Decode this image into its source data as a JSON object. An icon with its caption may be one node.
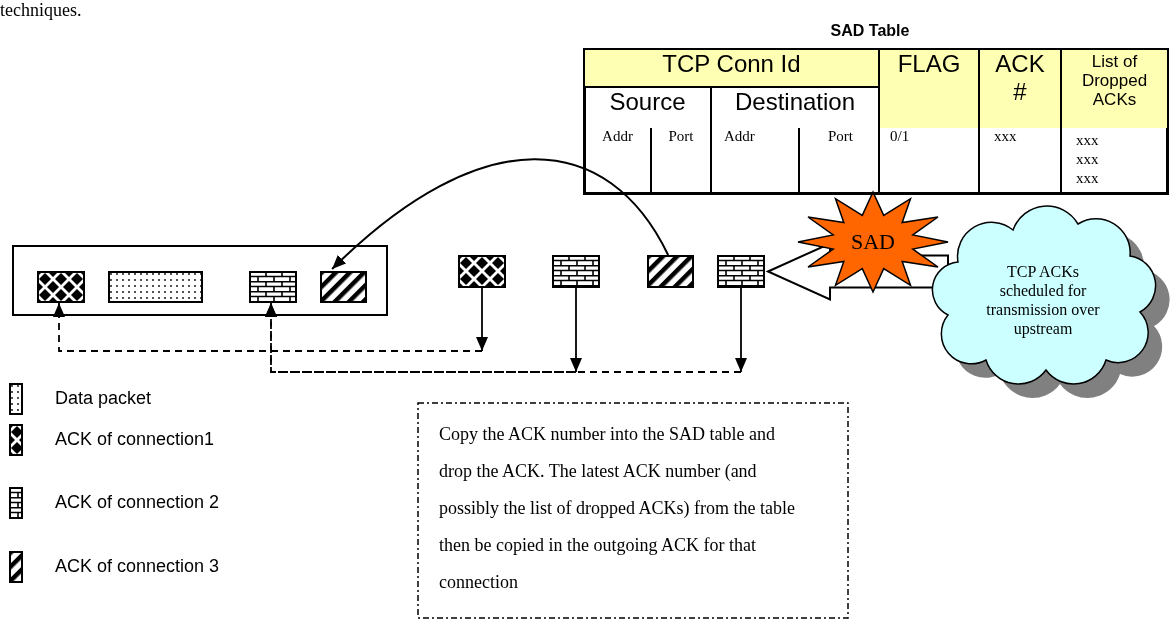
{
  "diagram": {
    "nodes": [
      {
        "text": [],
        "shape": "box"
      },
      {
        "text": [],
        "shape": "box",
        "in": 0
      },
      {
        "text": [],
        "shape": "box",
        "in": 0
      },
      {
        "text": [],
        "shape": "box",
        "in": 0
      },
      {
        "text": [],
        "shape": "box",
        "in": 0
      },
      {
        "text": [],
        "shape": "box"
      },
      {
        "text": [],
        "shape": "box"
      },
      {
        "text": [],
        "shape": "box"
      },
      {
        "text": [],
        "shape": "box"
      },
      {
        "text": [
          "SAD"
        ]
      },
      {
        "text": [
          "TCP ACKs scheduled for transmission over upstream"
        ]
      },
      {
        "text": [
          "Copy the ACK number into the SAD table and drop the ACK. The latest ACK number (and possibly the list of dropped ACKs) from the table then be copied in the outgoing ACK for that connection"
        ]
      }
    ],
    "edges": [
      {
        "from": 7,
        "to": 4,
        "arrow": "to"
      },
      {
        "from": 5,
        "to": 1,
        "arrow": "to",
        "style": "dashed"
      },
      {
        "from": 6,
        "to": 3,
        "arrow": "to",
        "style": "dashed"
      },
      {
        "from": 8,
        "to": 3,
        "arrow": "to",
        "style": "dashed"
      },
      {
        "from": 10,
        "to": 8,
        "arrow": "to",
        "style": "thick"
      }
    ],
    "labels": [
      "techniques.",
      "SAD Table",
      "TCP Conn Id",
      "FLAG",
      "ACK #",
      "List of Dropped ACKs",
      "Source",
      "Destination",
      "Addr",
      "Port",
      "Addr",
      "Port",
      "0/1",
      "xxx",
      "xxx xxx xxx"
    ],
    "legend": [
      {
        "text": "Data packet"
      },
      {
        "text": "ACK of connection1"
      },
      {
        "text": "ACK of connection 2"
      },
      {
        "text": "ACK of connection 3"
      }
    ]
  }
}
